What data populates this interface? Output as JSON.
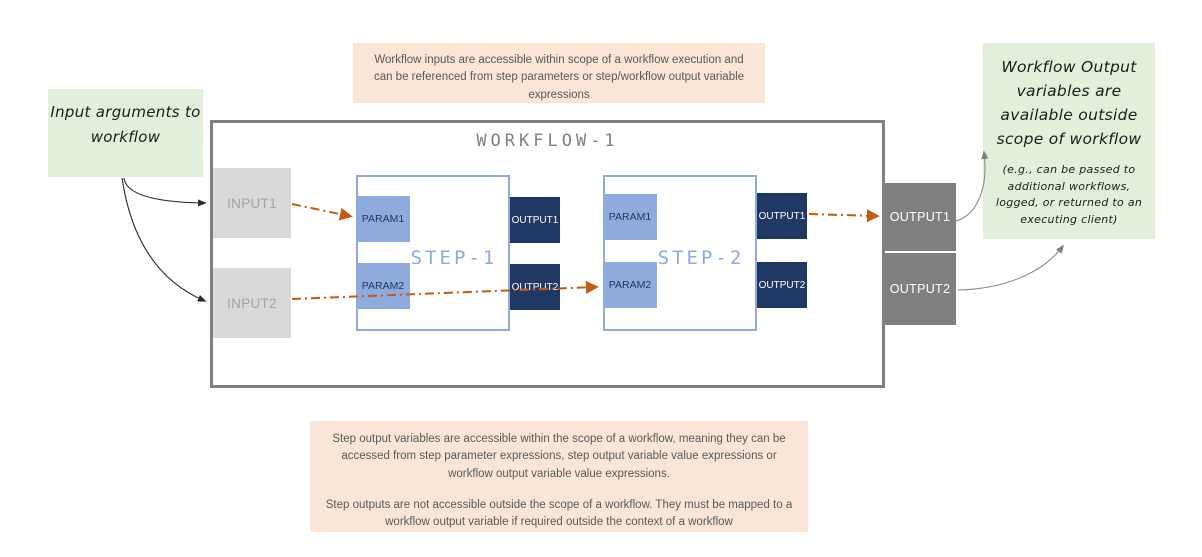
{
  "notes": {
    "top": {
      "text": "Workflow inputs are accessible within scope of a workflow execution and can be referenced from step parameters or step/workflow output variable expressions"
    },
    "left": {
      "text": "Input arguments to workflow"
    },
    "right": {
      "title": "Workflow Output variables are available outside scope of workflow",
      "subtitle": "(e.g., can be passed to additional workflows, logged, or returned to an executing client)"
    },
    "bottom": {
      "para1": "Step output variables are accessible within the scope of a workflow, meaning they can be accessed from step parameter expressions, step output variable value expressions or workflow output variable value expressions.",
      "para2": "Step outputs are not accessible outside the scope of a workflow. They must be mapped to a workflow output variable if required outside the context of a workflow"
    }
  },
  "workflow": {
    "title": "WORKFLOW-1",
    "inputs": [
      "INPUT1",
      "INPUT2"
    ],
    "outputs": [
      "OUTPUT1",
      "OUTPUT2"
    ],
    "steps": [
      {
        "title": "STEP-1",
        "params": [
          "PARAM1",
          "PARAM2"
        ],
        "outputs": [
          "OUTPUT1",
          "OUTPUT2"
        ]
      },
      {
        "title": "STEP-2",
        "params": [
          "PARAM1",
          "PARAM2"
        ],
        "outputs": [
          "OUTPUT1",
          "OUTPUT2"
        ]
      }
    ]
  },
  "colors": {
    "note_peach": "#FBE5D6",
    "note_green": "#E2EFDA",
    "input_gray": "#D9D9D9",
    "output_gray": "#7F7F7F",
    "param_blue": "#8FAADC",
    "step_output_navy": "#1F3864",
    "connector_orange": "#C55A11",
    "frame_gray": "#808080"
  }
}
